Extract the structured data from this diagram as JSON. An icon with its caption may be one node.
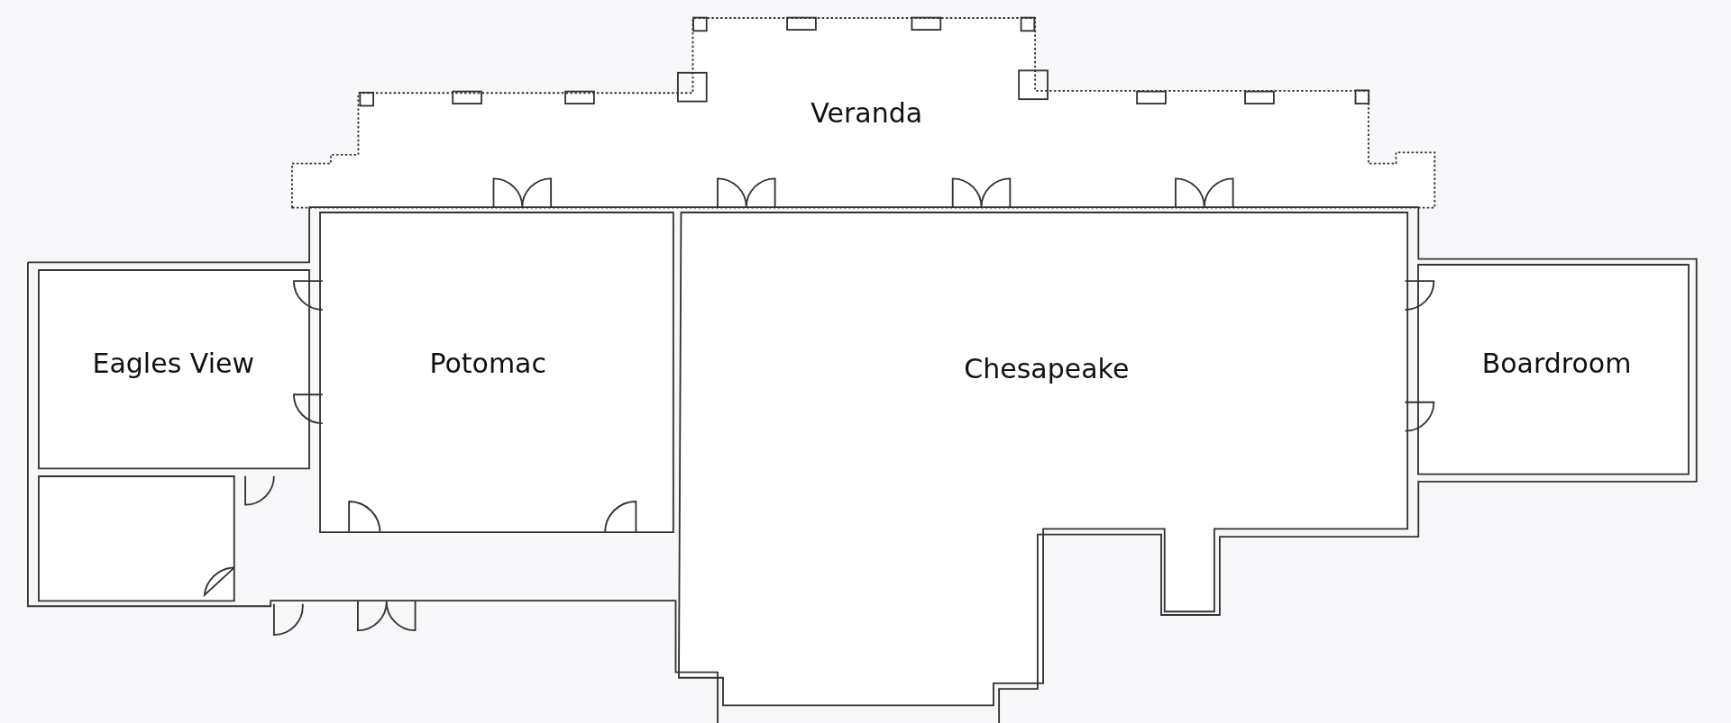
{
  "diagram": {
    "nodes": [
      {
        "text": [
          "Veranda"
        ]
      },
      {
        "text": [
          "Eagles View"
        ]
      },
      {
        "text": [
          "Potomac"
        ]
      },
      {
        "text": [
          "Chesapeake"
        ]
      },
      {
        "text": [
          "Boardroom"
        ]
      },
      {
        "text": [],
        "shape": "box"
      }
    ]
  }
}
